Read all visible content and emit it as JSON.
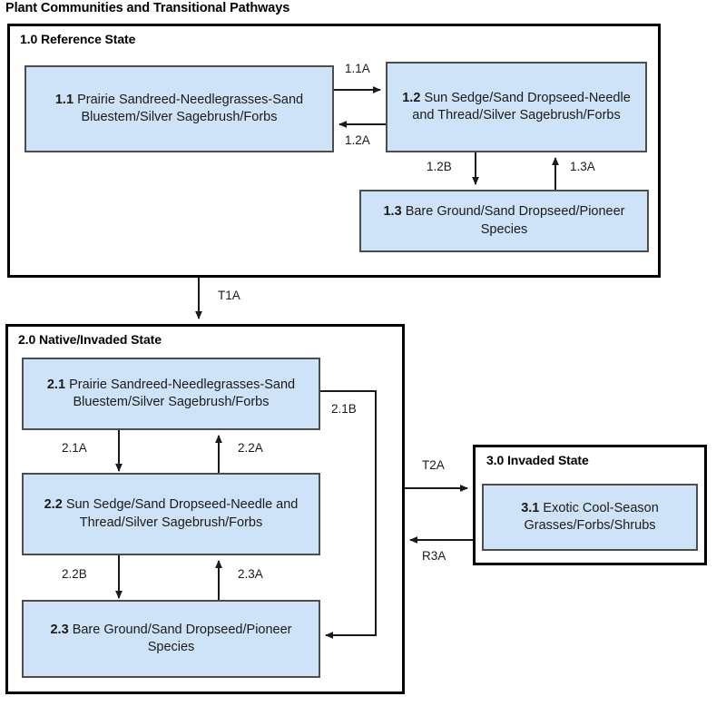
{
  "title": "Plant Communities and Transitional Pathways",
  "states": [
    {
      "id": "1.0",
      "label": "1.0 Reference State"
    },
    {
      "id": "2.0",
      "label": "2.0 Native/Invaded State"
    },
    {
      "id": "3.0",
      "label": "3.0 Invaded State"
    }
  ],
  "communities": [
    {
      "id": "1.1",
      "num": "1.1",
      "text": "Prairie Sandreed-Needlegrasses-Sand Bluestem/Silver Sagebrush/Forbs"
    },
    {
      "id": "1.2",
      "num": "1.2",
      "text": "Sun Sedge/Sand Dropseed-Needle and Thread/Silver Sagebrush/Forbs"
    },
    {
      "id": "1.3",
      "num": "1.3",
      "text": "Bare Ground/Sand Dropseed/Pioneer Species"
    },
    {
      "id": "2.1",
      "num": "2.1",
      "text": "Prairie Sandreed-Needlegrasses-Sand Bluestem/Silver Sagebrush/Forbs"
    },
    {
      "id": "2.2",
      "num": "2.2",
      "text": "Sun Sedge/Sand Dropseed-Needle and Thread/Silver Sagebrush/Forbs"
    },
    {
      "id": "2.3",
      "num": "2.3",
      "text": "Bare Ground/Sand Dropseed/Pioneer Species"
    },
    {
      "id": "3.1",
      "num": "3.1",
      "text": "Exotic Cool-Season Grasses/Forbs/Shrubs"
    }
  ],
  "pathways": [
    {
      "id": "1.1A",
      "label": "1.1A",
      "from": "1.1",
      "to": "1.2"
    },
    {
      "id": "1.2A",
      "label": "1.2A",
      "from": "1.2",
      "to": "1.1"
    },
    {
      "id": "1.2B",
      "label": "1.2B",
      "from": "1.2",
      "to": "1.3"
    },
    {
      "id": "1.3A",
      "label": "1.3A",
      "from": "1.3",
      "to": "1.2"
    },
    {
      "id": "T1A",
      "label": "T1A",
      "from": "1.0",
      "to": "2.0"
    },
    {
      "id": "2.1A",
      "label": "2.1A",
      "from": "2.1",
      "to": "2.2"
    },
    {
      "id": "2.2A",
      "label": "2.2A",
      "from": "2.2",
      "to": "2.1"
    },
    {
      "id": "2.1B",
      "label": "2.1B",
      "from": "2.1",
      "to": "2.3"
    },
    {
      "id": "2.2B",
      "label": "2.2B",
      "from": "2.2",
      "to": "2.3"
    },
    {
      "id": "2.3A",
      "label": "2.3A",
      "from": "2.3",
      "to": "2.2"
    },
    {
      "id": "T2A",
      "label": "T2A",
      "from": "2.0",
      "to": "3.0"
    },
    {
      "id": "R3A",
      "label": "R3A",
      "from": "3.0",
      "to": "2.0"
    }
  ],
  "colors": {
    "community_fill": "#cee3f8",
    "community_border": "#4d4d4d",
    "state_border": "#000000",
    "arrow": "#1a1a1a",
    "background": "#ffffff"
  }
}
